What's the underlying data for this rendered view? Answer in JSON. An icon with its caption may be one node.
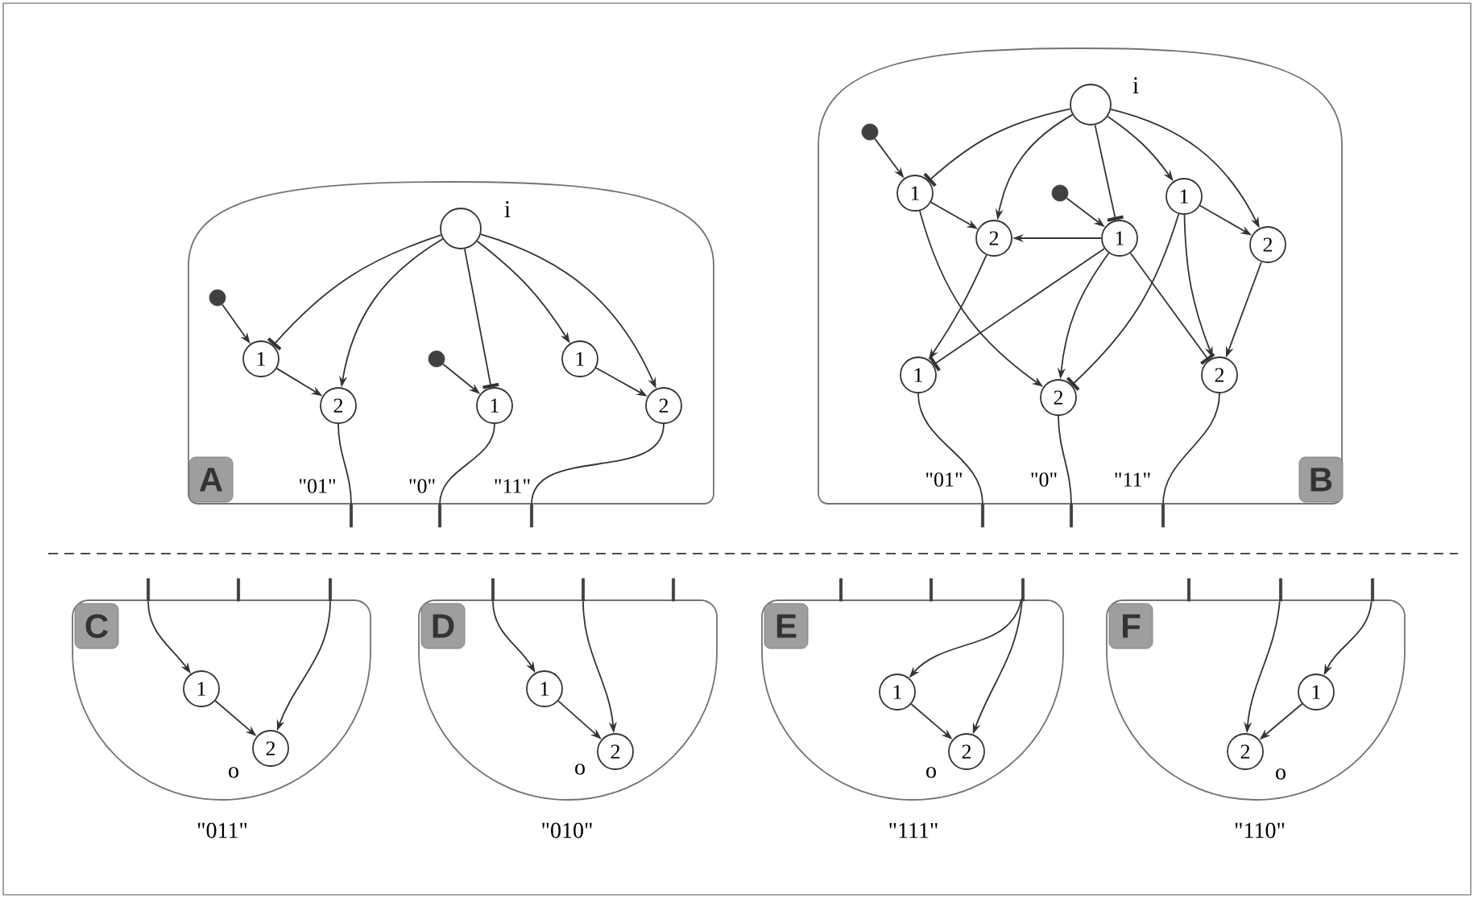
{
  "diagram": {
    "nodes": [
      {
        "text": [
          "A"
        ]
      },
      {
        "text": [],
        "shape": "circle",
        "beside": [
          "i"
        ],
        "in": 0
      },
      {
        "text": [],
        "shape": "circle",
        "in": 0
      },
      {
        "text": [
          "1"
        ],
        "in": 0
      },
      {
        "text": [
          "2"
        ],
        "in": 0
      },
      {
        "text": [],
        "shape": "circle",
        "in": 0
      },
      {
        "text": [
          "1"
        ],
        "in": 0
      },
      {
        "text": [
          "1"
        ],
        "in": 0
      },
      {
        "text": [
          "2"
        ],
        "in": 0
      },
      {
        "text": [
          "B"
        ]
      },
      {
        "text": [],
        "shape": "circle",
        "beside": [
          "i"
        ],
        "in": 9
      },
      {
        "text": [],
        "shape": "circle",
        "in": 9
      },
      {
        "text": [
          "1"
        ],
        "in": 9
      },
      {
        "text": [
          "2"
        ],
        "in": 9
      },
      {
        "text": [],
        "shape": "circle",
        "in": 9
      },
      {
        "text": [
          "1"
        ],
        "in": 9
      },
      {
        "text": [
          "1"
        ],
        "in": 9
      },
      {
        "text": [
          "2"
        ],
        "in": 9
      },
      {
        "text": [
          "1"
        ],
        "in": 9
      },
      {
        "text": [
          "2"
        ],
        "in": 9
      },
      {
        "text": [
          "2"
        ],
        "in": 9
      },
      {
        "text": [
          "C"
        ],
        "beside": [
          "\"011\""
        ]
      },
      {
        "text": [
          "1"
        ],
        "in": 21
      },
      {
        "text": [
          "2"
        ],
        "in": 21,
        "beside": [
          "o"
        ]
      },
      {
        "text": [
          "D"
        ],
        "beside": [
          "\"010\""
        ]
      },
      {
        "text": [
          "1"
        ],
        "in": 24
      },
      {
        "text": [
          "2"
        ],
        "in": 24,
        "beside": [
          "o"
        ]
      },
      {
        "text": [
          "E"
        ],
        "beside": [
          "\"111\""
        ]
      },
      {
        "text": [
          "1"
        ],
        "in": 27
      },
      {
        "text": [
          "2"
        ],
        "in": 27,
        "beside": [
          "o"
        ]
      },
      {
        "text": [
          "F"
        ],
        "beside": [
          "\"110\""
        ]
      },
      {
        "text": [
          "1"
        ],
        "in": 30
      },
      {
        "text": [
          "2"
        ],
        "in": 30,
        "beside": [
          "o"
        ]
      },
      {
        "text": [],
        "shape": "bar"
      },
      {
        "text": [],
        "shape": "bar"
      },
      {
        "text": [],
        "shape": "bar"
      },
      {
        "text": [],
        "shape": "bar"
      },
      {
        "text": [],
        "shape": "bar"
      },
      {
        "text": [],
        "shape": "bar"
      },
      {
        "text": [],
        "shape": "bar"
      },
      {
        "text": [],
        "shape": "bar"
      },
      {
        "text": [],
        "shape": "bar"
      },
      {
        "text": [],
        "shape": "bar"
      },
      {
        "text": [],
        "shape": "bar"
      },
      {
        "text": [],
        "shape": "bar"
      },
      {
        "text": [],
        "shape": "bar"
      },
      {
        "text": [],
        "shape": "bar"
      },
      {
        "text": [],
        "shape": "bar"
      },
      {
        "text": [],
        "shape": "bar"
      },
      {
        "text": [],
        "shape": "bar"
      },
      {
        "text": [],
        "shape": "bar"
      }
    ],
    "edges": [
      {
        "from": 1,
        "to": 3,
        "arrow": "other"
      },
      {
        "from": 2,
        "to": 3,
        "arrow": "to"
      },
      {
        "from": 3,
        "to": 4,
        "arrow": "to"
      },
      {
        "from": 1,
        "to": 4,
        "arrow": "to"
      },
      {
        "from": 1,
        "to": 6,
        "arrow": "other"
      },
      {
        "from": 5,
        "to": 6,
        "arrow": "to"
      },
      {
        "from": 1,
        "to": 7,
        "arrow": "to"
      },
      {
        "from": 7,
        "to": 8,
        "arrow": "to"
      },
      {
        "from": 1,
        "to": 8,
        "arrow": "to"
      },
      {
        "from": 4,
        "to": 33,
        "arrow": "none"
      },
      {
        "from": 6,
        "to": 34,
        "arrow": "none"
      },
      {
        "from": 8,
        "to": 35,
        "arrow": "none"
      },
      {
        "from": 10,
        "to": 12,
        "arrow": "other"
      },
      {
        "from": 11,
        "to": 12,
        "arrow": "to"
      },
      {
        "from": 12,
        "to": 13,
        "arrow": "to"
      },
      {
        "from": 10,
        "to": 13,
        "arrow": "to"
      },
      {
        "from": 10,
        "to": 15,
        "arrow": "other"
      },
      {
        "from": 14,
        "to": 15,
        "arrow": "to"
      },
      {
        "from": 10,
        "to": 16,
        "arrow": "to"
      },
      {
        "from": 16,
        "to": 17,
        "arrow": "to"
      },
      {
        "from": 10,
        "to": 17,
        "arrow": "to"
      },
      {
        "from": 15,
        "to": 13,
        "arrow": "to"
      },
      {
        "from": 13,
        "to": 18,
        "arrow": "to"
      },
      {
        "from": 15,
        "to": 18,
        "arrow": "other"
      },
      {
        "from": 12,
        "to": 19,
        "arrow": "to"
      },
      {
        "from": 15,
        "to": 19,
        "arrow": "to"
      },
      {
        "from": 16,
        "to": 19,
        "arrow": "other"
      },
      {
        "from": 15,
        "to": 20,
        "arrow": "other"
      },
      {
        "from": 16,
        "to": 20,
        "arrow": "to"
      },
      {
        "from": 17,
        "to": 20,
        "arrow": "to"
      },
      {
        "from": 18,
        "to": 36,
        "arrow": "none"
      },
      {
        "from": 19,
        "to": 37,
        "arrow": "none"
      },
      {
        "from": 20,
        "to": 38,
        "arrow": "none"
      },
      {
        "from": 39,
        "to": 22,
        "arrow": "to"
      },
      {
        "from": 22,
        "to": 23,
        "arrow": "to"
      },
      {
        "from": 41,
        "to": 23,
        "arrow": "to"
      },
      {
        "from": 42,
        "to": 25,
        "arrow": "to"
      },
      {
        "from": 25,
        "to": 26,
        "arrow": "to"
      },
      {
        "from": 43,
        "to": 26,
        "arrow": "to"
      },
      {
        "from": 47,
        "to": 28,
        "arrow": "to"
      },
      {
        "from": 28,
        "to": 29,
        "arrow": "to"
      },
      {
        "from": 47,
        "to": 29,
        "arrow": "to"
      },
      {
        "from": 49,
        "to": 32,
        "arrow": "to"
      },
      {
        "from": 50,
        "to": 31,
        "arrow": "to"
      },
      {
        "from": 31,
        "to": 32,
        "arrow": "to"
      }
    ],
    "labels": [
      "\"01\"",
      "\"0\"",
      "\"11\"",
      "\"01\"",
      "\"0\"",
      "\"11\""
    ]
  }
}
